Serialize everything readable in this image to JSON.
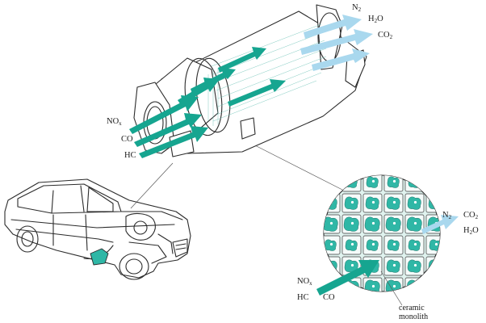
{
  "colors": {
    "gas_flow": "#16a590",
    "exhaust_out": "#a9d8ee",
    "catalyst_fill": "#2fb7a6",
    "line": "#2b2b2b"
  },
  "icons": [
    "car-illustration",
    "catalytic-converter",
    "ceramic-monolith-detail"
  ],
  "inlet_labels": {
    "nox_main": "NO",
    "nox_sub": "x",
    "co": "CO",
    "hc": "HC"
  },
  "outlet_labels": {
    "n2_main": "N",
    "n2_sub": "2",
    "h2o_h": "H",
    "h2o_sub": "2",
    "h2o_o": "O",
    "co2_main": "CO",
    "co2_sub": "2"
  },
  "detail_inlet": {
    "nox_main": "NO",
    "nox_sub": "x",
    "hc": "HC",
    "co": "CO"
  },
  "detail_outlet": {
    "n2_main": "N",
    "n2_sub": "2",
    "co2_main": "CO",
    "co2_sub": "2",
    "h2o_h": "H",
    "h2o_sub": "2",
    "h2o_o": "O"
  },
  "monolith_label_line1": "ceramic",
  "monolith_label_line2": "monolith"
}
